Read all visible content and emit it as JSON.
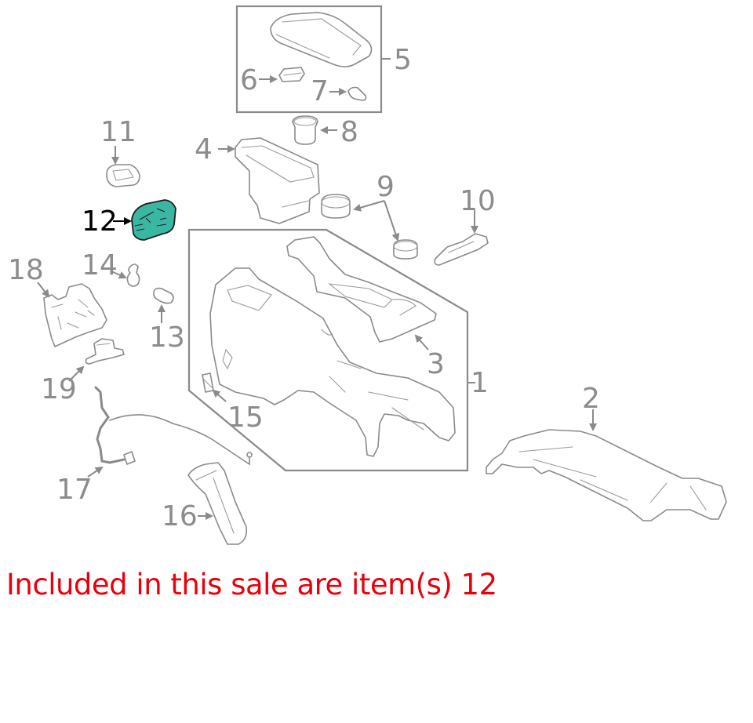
{
  "diagram": {
    "title": "Center console parts diagram",
    "highlight_color": "#3ab7a3",
    "label_color": "#8c8c8c",
    "highlight_label_color": "#000000",
    "callouts": [
      {
        "id": "1",
        "label": "1",
        "part": "console-box-body"
      },
      {
        "id": "2",
        "label": "2",
        "part": "rear-air-duct"
      },
      {
        "id": "3",
        "label": "3",
        "part": "console-upper-panel"
      },
      {
        "id": "4",
        "label": "4",
        "part": "console-inner-box"
      },
      {
        "id": "5",
        "label": "5",
        "part": "armrest-lid-assembly"
      },
      {
        "id": "6",
        "label": "6",
        "part": "lid-lock-button"
      },
      {
        "id": "7",
        "label": "7",
        "part": "lid-hinge-clip"
      },
      {
        "id": "8",
        "label": "8",
        "part": "cup-holder-insert"
      },
      {
        "id": "9",
        "label": "9",
        "part": "cup-holder-rings"
      },
      {
        "id": "10",
        "label": "10",
        "part": "side-trim-strip"
      },
      {
        "id": "11",
        "label": "11",
        "part": "knob-cap"
      },
      {
        "id": "12",
        "label": "12",
        "part": "switch-base-highlighted",
        "highlighted": true
      },
      {
        "id": "13",
        "label": "13",
        "part": "pin"
      },
      {
        "id": "14",
        "label": "14",
        "part": "clip"
      },
      {
        "id": "15",
        "label": "15",
        "part": "cover-plate"
      },
      {
        "id": "16",
        "label": "16",
        "part": "shift-lever-boot"
      },
      {
        "id": "17",
        "label": "17",
        "part": "wire-harness"
      },
      {
        "id": "18",
        "label": "18",
        "part": "bracket"
      },
      {
        "id": "19",
        "label": "19",
        "part": "wire-connector"
      }
    ]
  },
  "caption": {
    "text": "Included in this sale are item(s) 12",
    "color": "#e8000b"
  }
}
